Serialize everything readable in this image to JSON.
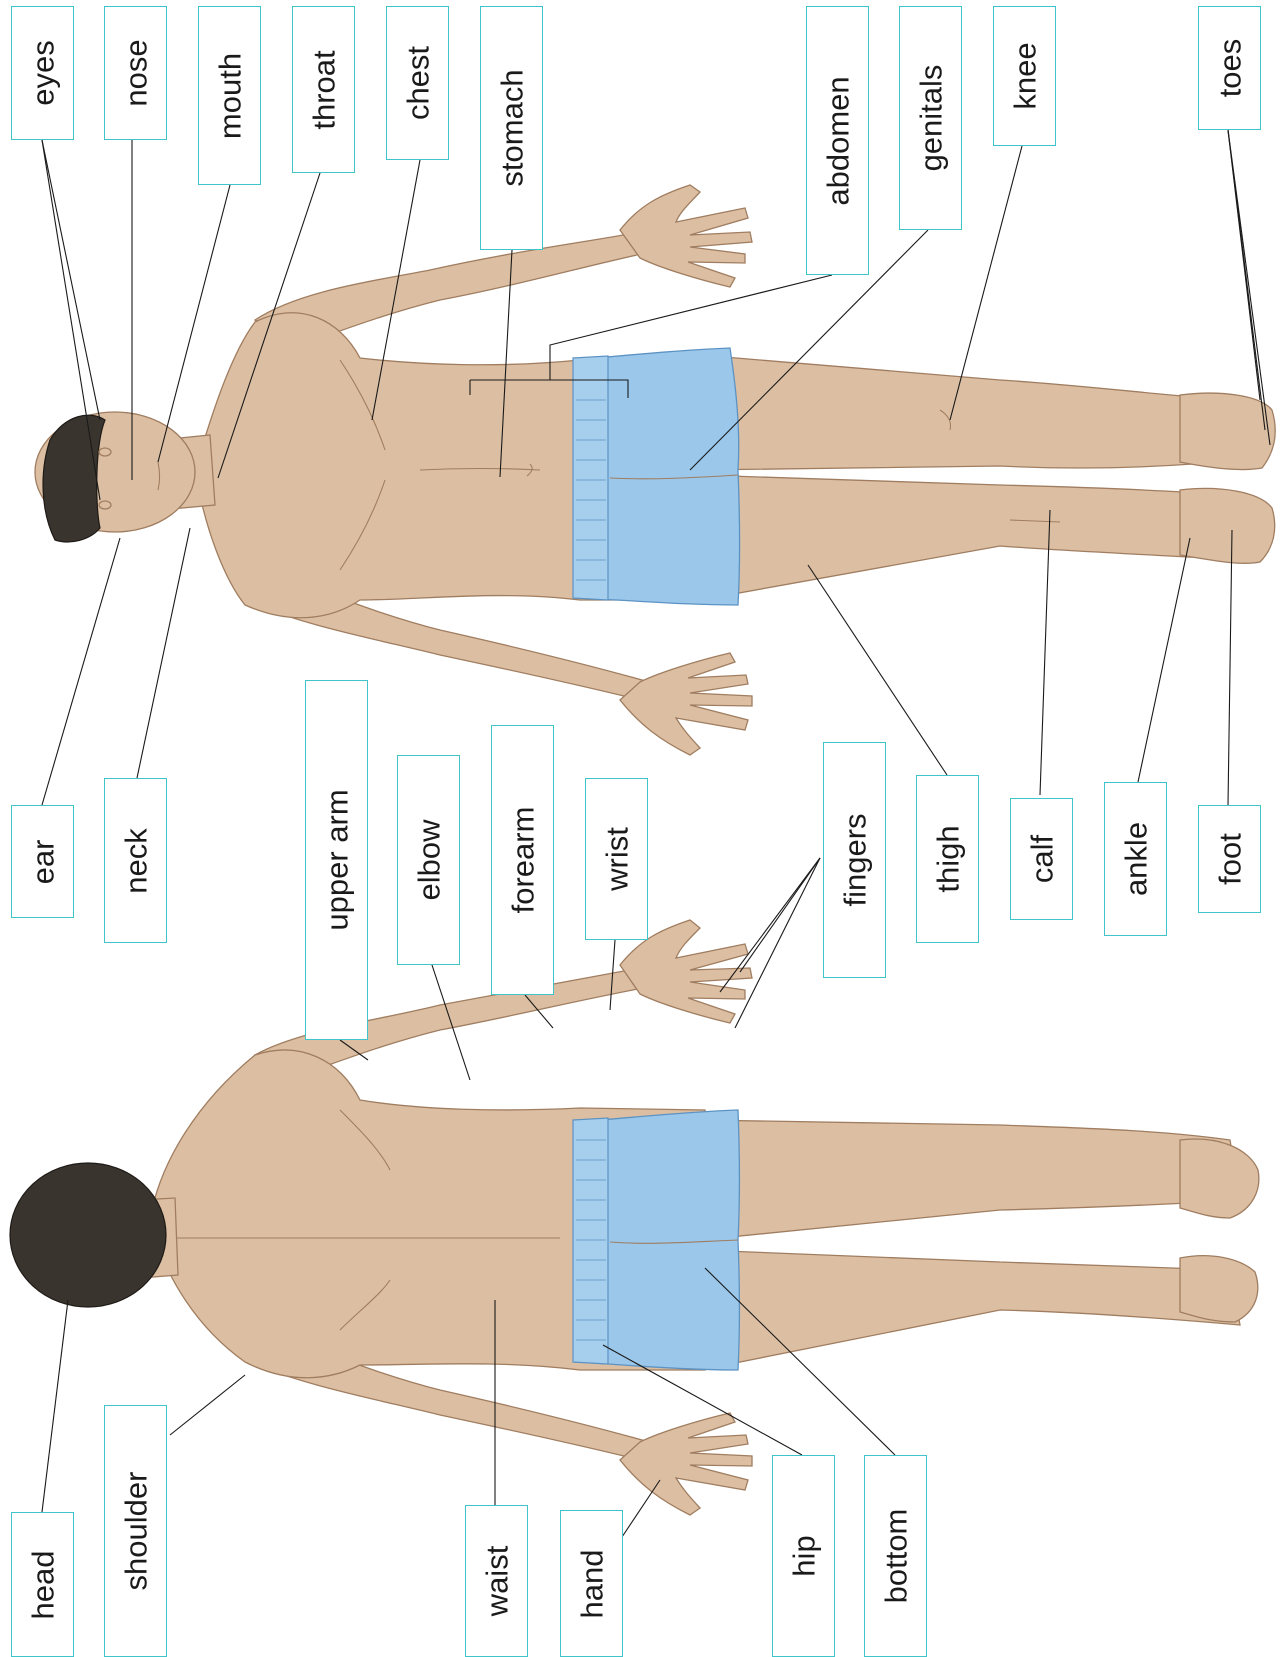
{
  "labels": {
    "eyes": "eyes",
    "nose": "nose",
    "mouth": "mouth",
    "throat": "throat",
    "chest": "chest",
    "stomach": "stomach",
    "abdomen": "abdomen",
    "genitals": "genitals",
    "knee": "knee",
    "toes": "toes",
    "ear": "ear",
    "neck": "neck",
    "upper_arm": "upper arm",
    "elbow": "elbow",
    "forearm": "forearm",
    "wrist": "wrist",
    "fingers": "fingers",
    "thigh": "thigh",
    "calf": "calf",
    "ankle": "ankle",
    "foot": "foot",
    "head": "head",
    "shoulder": "shoulder",
    "waist": "waist",
    "hand": "hand",
    "hip": "hip",
    "bottom": "bottom"
  },
  "colors": {
    "label_border": "#40c3c9",
    "skin": "#dcbfa2",
    "shorts": "#9ac7ea",
    "hair": "#3a342e",
    "leader_line": "#1a1a1a"
  }
}
